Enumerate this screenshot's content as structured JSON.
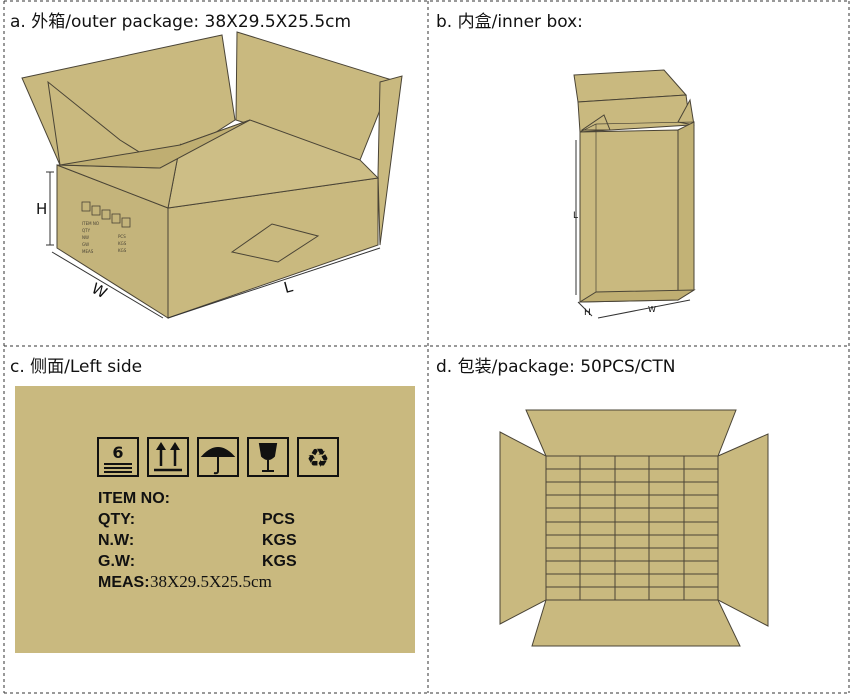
{
  "panels": {
    "a": {
      "caption": "a. 外箱/outer package: 38X29.5X25.5cm",
      "dim_h": "H",
      "dim_w": "W",
      "dim_l": "L"
    },
    "b": {
      "caption": "b. 内盒/inner box:",
      "dim_l": "L",
      "dim_h": "H",
      "dim_w": "W"
    },
    "c": {
      "caption": "c. 侧面/Left side",
      "icon_stack_number": "6",
      "item_no_label": "ITEM NO:",
      "qty_label": "QTY:",
      "qty_unit": "PCS",
      "nw_label": "N.W:",
      "nw_unit": "KGS",
      "gw_label": "G.W:",
      "gw_unit": "KGS",
      "meas_label": "MEAS:",
      "meas_value": "38X29.5X25.5cm"
    },
    "d": {
      "caption": "d. 包装/package: 50PCS/CTN"
    }
  },
  "colors": {
    "cardboard": "#c9b97f",
    "cardboard_dark": "#bfae72",
    "line": "#4a4436"
  },
  "icons": [
    "stack-limit-icon",
    "this-way-up-icon",
    "keep-dry-icon",
    "fragile-icon",
    "recycle-icon"
  ]
}
